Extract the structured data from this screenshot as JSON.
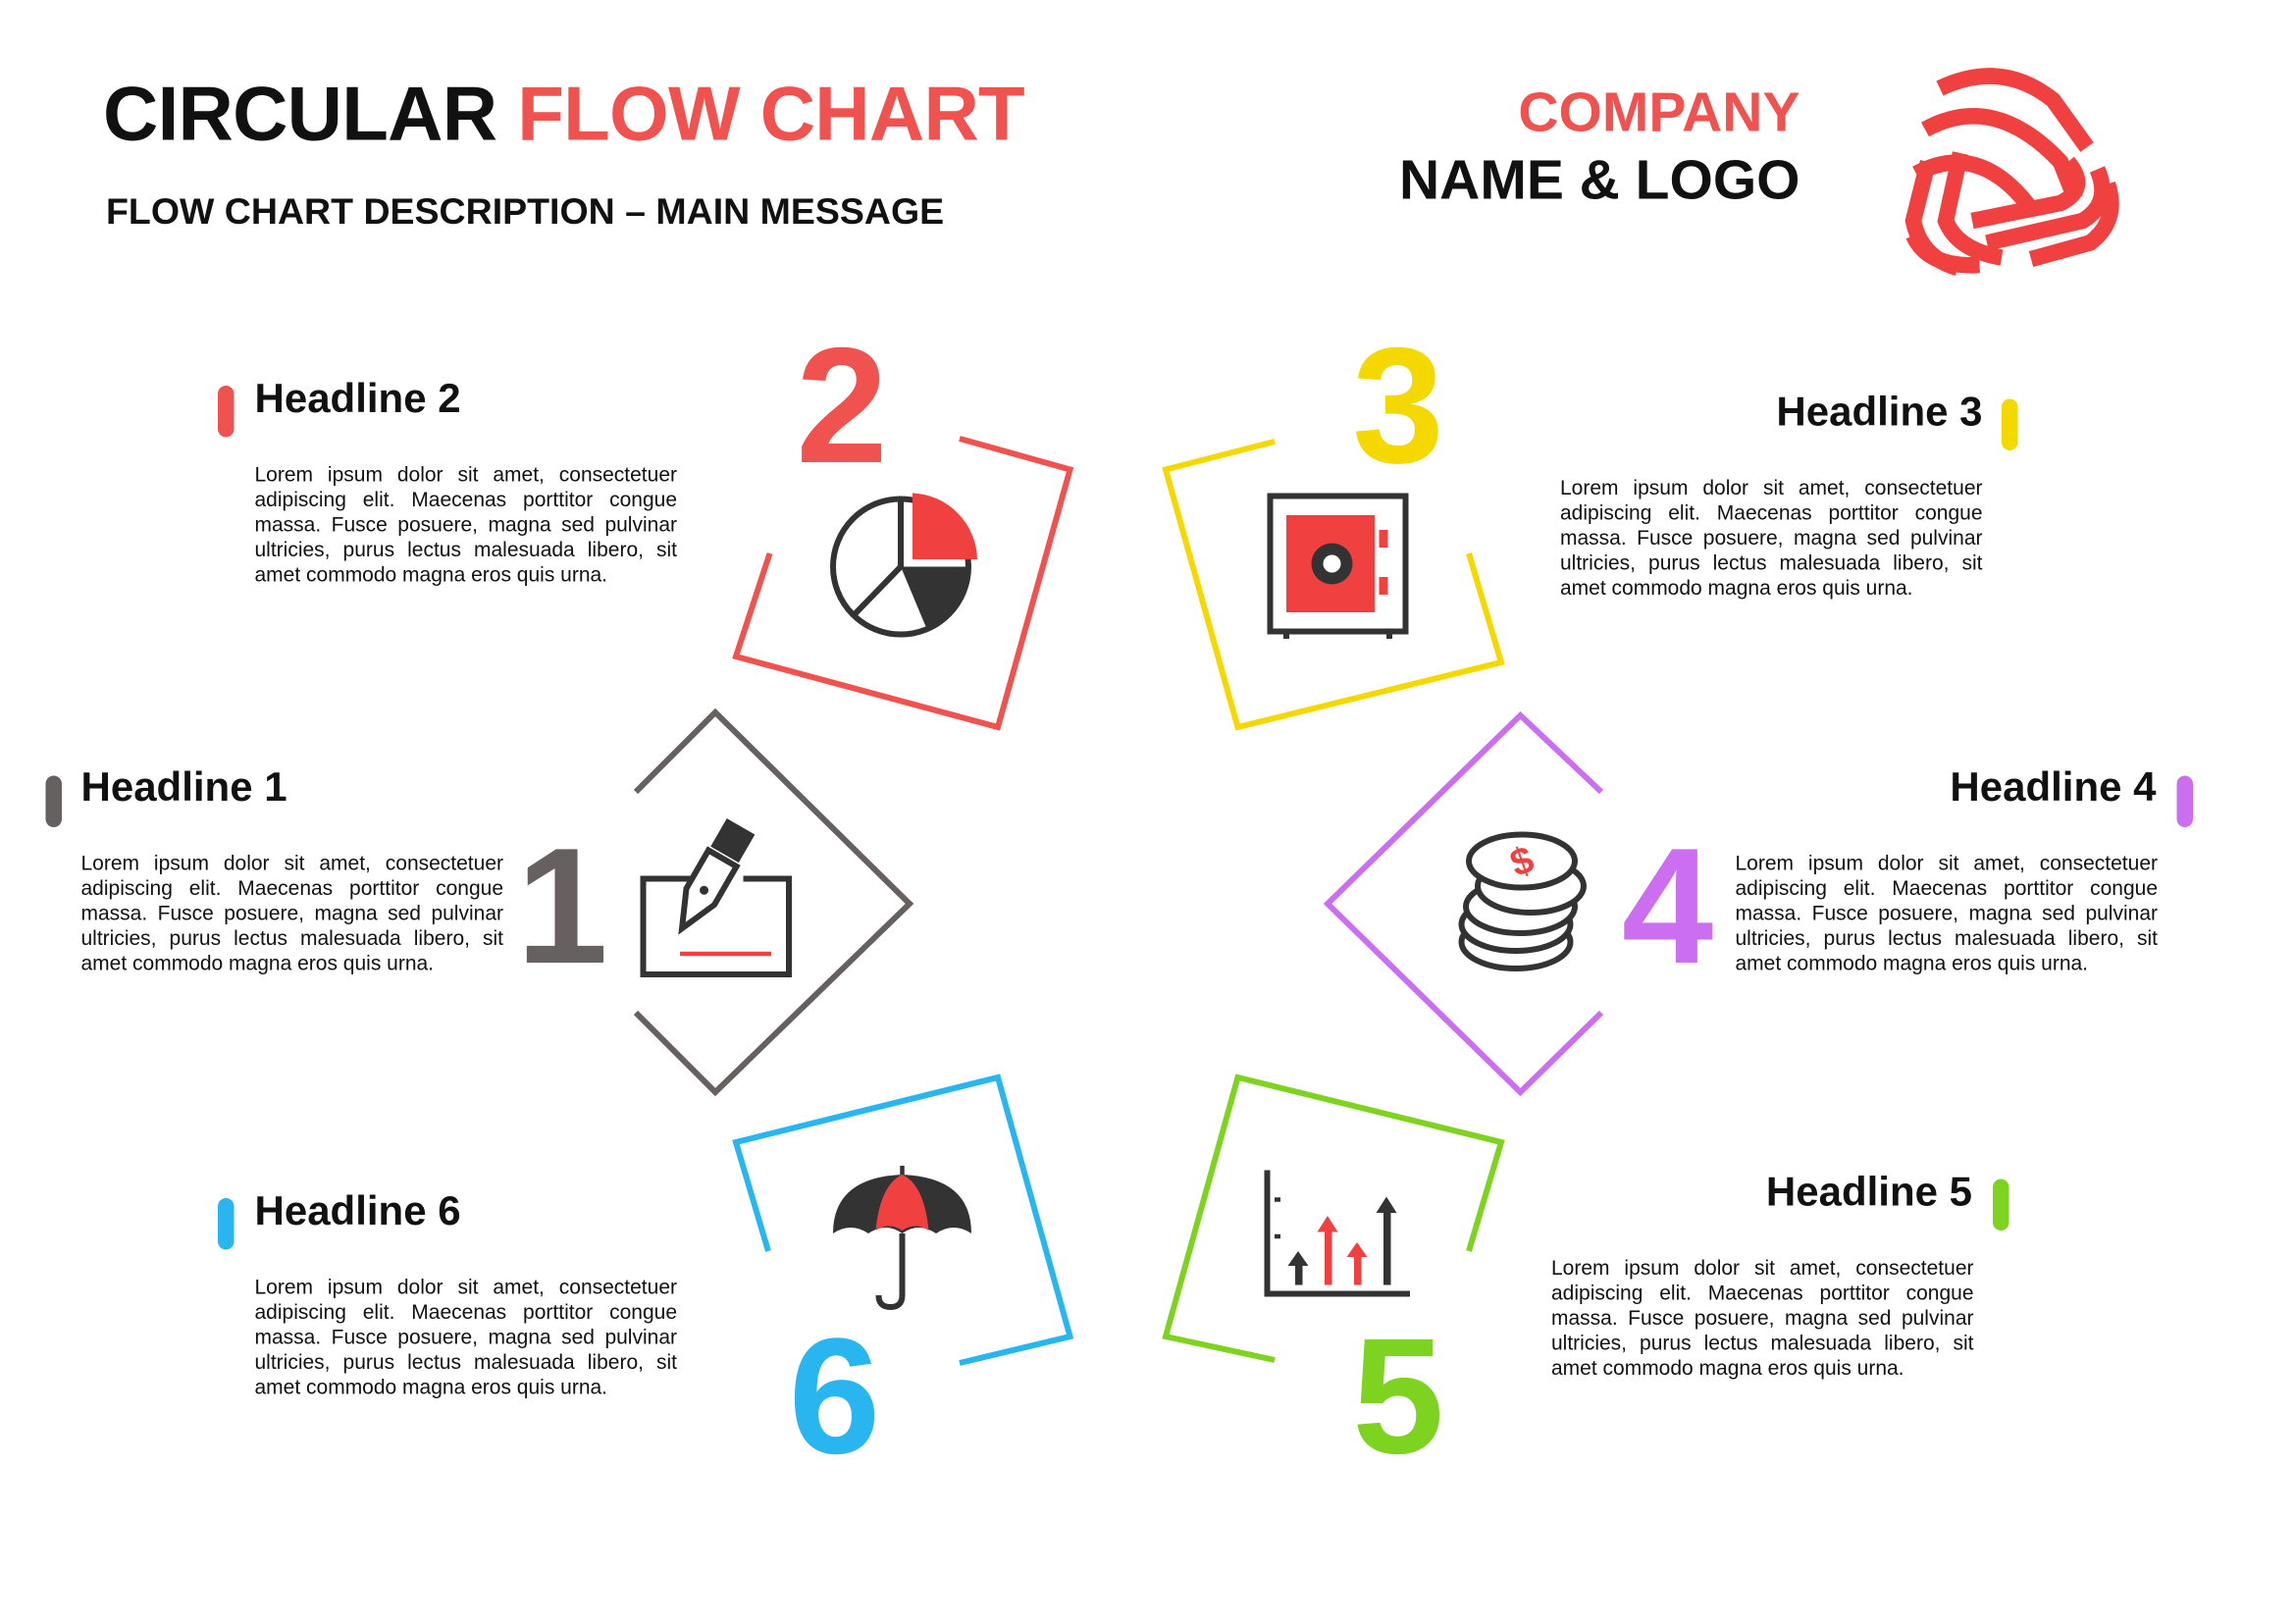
{
  "header": {
    "title_part1": "CIRCULAR",
    "title_part2": "FLOW CHART",
    "subtitle": "FLOW CHART DESCRIPTION – MAIN MESSAGE",
    "company": "COMPANY",
    "name_logo": "NAME & LOGO"
  },
  "colors": {
    "accent": "#f0524f",
    "step1": "#666060",
    "step2": "#f0524f",
    "step3": "#f5d800",
    "step4": "#cc6ef0",
    "step5": "#7ed321",
    "step6": "#29b6f0"
  },
  "steps": [
    {
      "number": "1",
      "headline": "Headline 1",
      "icon": "pen-document-icon",
      "body": "Lorem ipsum dolor sit amet, consectetuer adipiscing elit. Maecenas porttitor congue massa. Fusce posuere, magna sed pulvinar ultricies, purus lectus malesuada libero, sit amet commodo magna eros quis urna."
    },
    {
      "number": "2",
      "headline": "Headline 2",
      "icon": "pie-chart-icon",
      "body": "Lorem ipsum dolor sit amet, consectetuer adipiscing elit. Maecenas porttitor congue massa. Fusce posuere, magna sed pulvinar ultricies, purus lectus malesuada libero, sit amet commodo magna eros quis urna."
    },
    {
      "number": "3",
      "headline": "Headline 3",
      "icon": "safe-icon",
      "body": "Lorem ipsum dolor sit amet, consectetuer adipiscing elit. Maecenas porttitor congue massa. Fusce posuere, magna sed pulvinar ultricies, purus lectus malesuada libero, sit amet commodo magna eros quis urna."
    },
    {
      "number": "4",
      "headline": "Headline 4",
      "icon": "coins-icon",
      "body": "Lorem ipsum dolor sit amet, consectetuer adipiscing elit. Maecenas porttitor congue massa. Fusce posuere, magna sed pulvinar ultricies, purus lectus malesuada libero, sit amet commodo magna eros quis urna."
    },
    {
      "number": "5",
      "headline": "Headline 5",
      "icon": "bar-chart-arrows-icon",
      "body": "Lorem ipsum dolor sit amet, consectetuer adipiscing elit. Maecenas porttitor congue massa. Fusce posuere, magna sed pulvinar ultricies, purus lectus malesuada libero, sit amet commodo magna eros quis urna."
    },
    {
      "number": "6",
      "headline": "Headline 6",
      "icon": "umbrella-icon",
      "body": "Lorem ipsum dolor sit amet, consectetuer adipiscing elit. Maecenas porttitor congue massa. Fusce posuere, magna sed pulvinar ultricies, purus lectus malesuada libero, sit amet commodo magna eros quis urna."
    }
  ]
}
